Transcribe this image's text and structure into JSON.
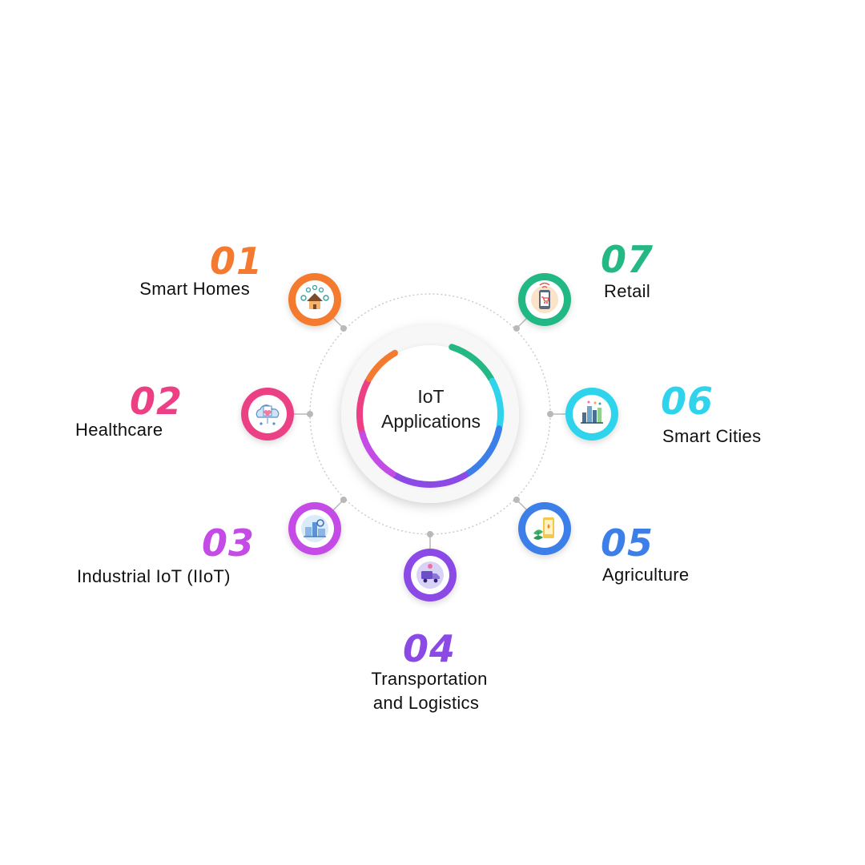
{
  "center": {
    "line1": "IoT",
    "line2": "Applications"
  },
  "items": [
    {
      "number": "01",
      "label": "Smart Homes",
      "color": "#f47a2f",
      "icon": "smart-home-icon"
    },
    {
      "number": "02",
      "label": "Healthcare",
      "color": "#ec3f84",
      "icon": "healthcare-cloud-icon"
    },
    {
      "number": "03",
      "label": "Industrial IoT (IIoT)",
      "color": "#c44be6",
      "icon": "industrial-factory-icon"
    },
    {
      "number": "04",
      "label_line1": "Transportation",
      "label_line2": "and Logistics",
      "color": "#8b49e6",
      "icon": "truck-icon"
    },
    {
      "number": "05",
      "label": "Agriculture",
      "color": "#3d7fe8",
      "icon": "agriculture-plant-icon"
    },
    {
      "number": "06",
      "label": "Smart Cities",
      "color": "#2fd3ec",
      "icon": "city-buildings-icon"
    },
    {
      "number": "07",
      "label": "Retail",
      "color": "#23b884",
      "icon": "mobile-cart-icon"
    }
  ]
}
